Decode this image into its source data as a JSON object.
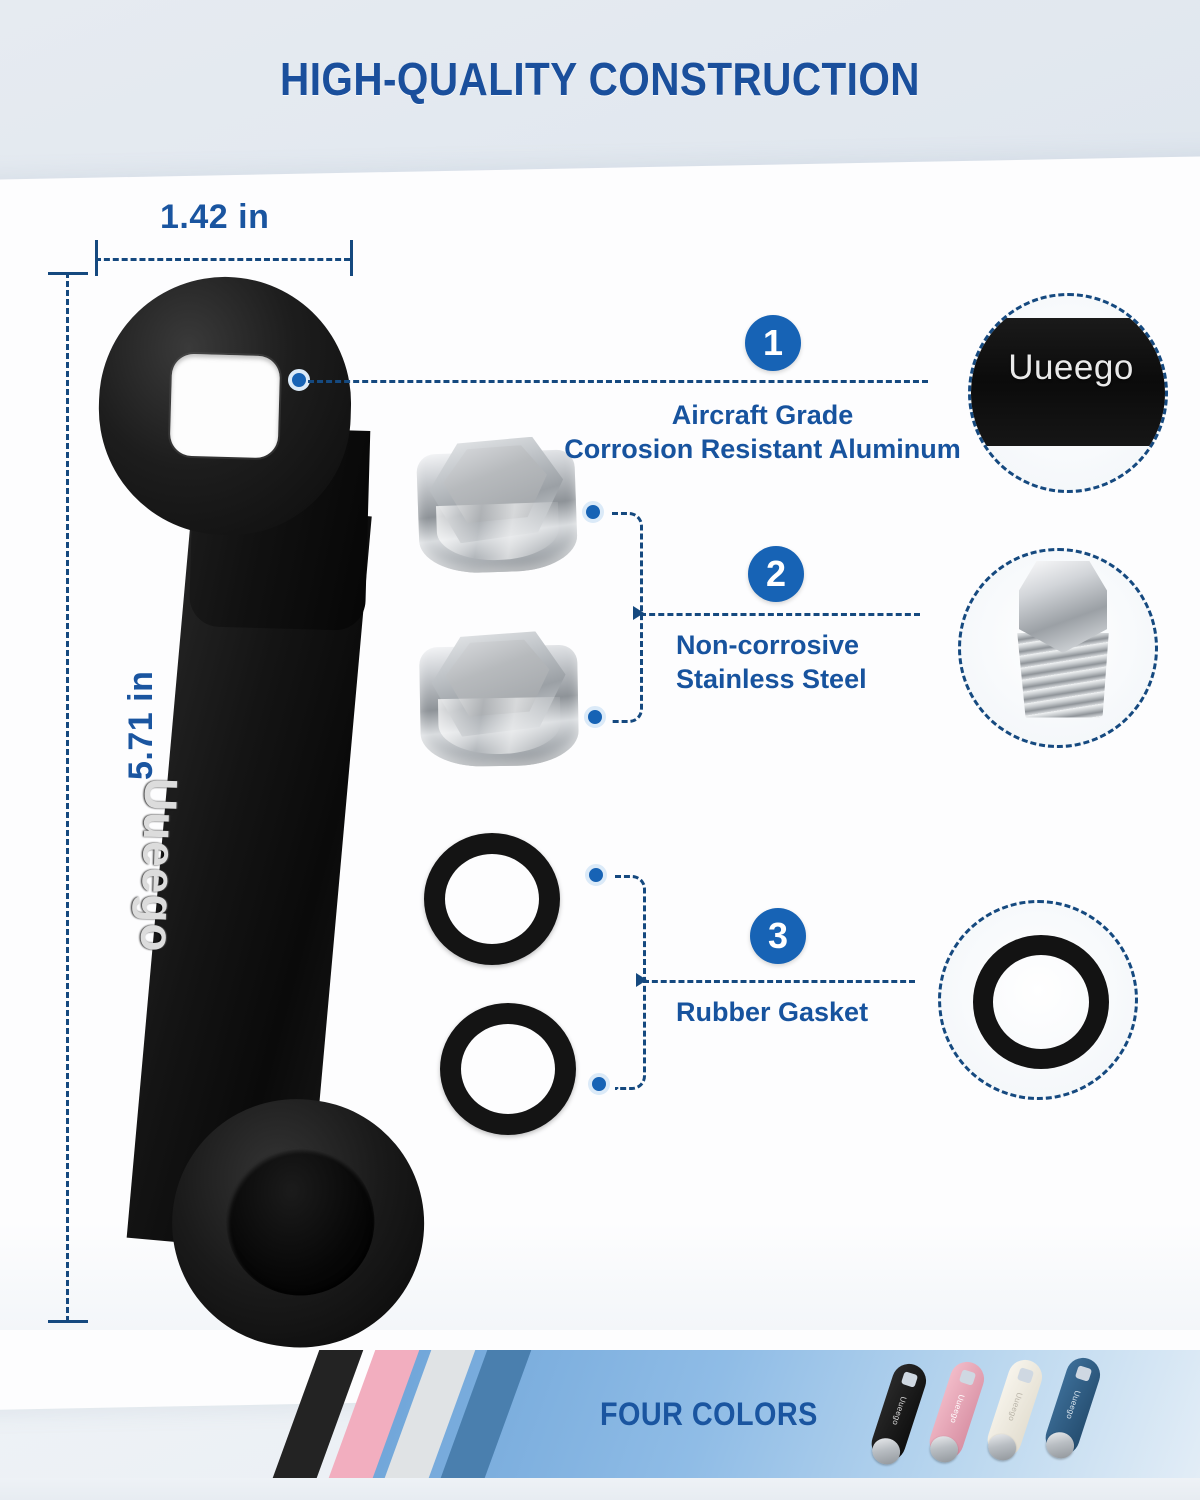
{
  "header": {
    "title": "HIGH-QUALITY CONSTRUCTION"
  },
  "dimensions": {
    "width_label": "1.42 in",
    "height_label": "5.71 in"
  },
  "product": {
    "brand": "Uueego"
  },
  "callouts": [
    {
      "number": "1",
      "line1": "Aircraft Grade",
      "line2": "Corrosion Resistant Aluminum"
    },
    {
      "number": "2",
      "line1": "Non-corrosive",
      "line2": "Stainless Steel"
    },
    {
      "number": "3",
      "line1": "Rubber Gasket",
      "line2": ""
    }
  ],
  "detail_circles": [
    {
      "name": "logo-engraving-detail",
      "label": "Uueego"
    },
    {
      "name": "stainless-plug-detail",
      "label": ""
    },
    {
      "name": "rubber-gasket-detail",
      "label": ""
    }
  ],
  "footer": {
    "label": "FOUR COLORS",
    "stripe_colors": [
      "#232323",
      "#f2aebf",
      "#e0e3e5",
      "#4a7fae"
    ],
    "swatches": [
      {
        "name": "black",
        "body": "#141414",
        "text": "#d8d8d8"
      },
      {
        "name": "pink",
        "body": "#e8a0b2",
        "text": "#ffffff"
      },
      {
        "name": "white",
        "body": "#f0ece2",
        "text": "#b9b4a8"
      },
      {
        "name": "blue",
        "body": "#2f5f87",
        "text": "#dbe6ef"
      }
    ]
  },
  "colors": {
    "accent_blue": "#1763b5",
    "title_blue": "#1a4f9c",
    "dash_navy": "#15497f",
    "text_blue": "#17539e"
  }
}
